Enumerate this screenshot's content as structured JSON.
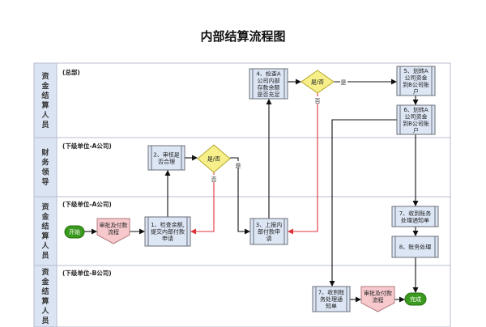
{
  "title": "内部结算流程图",
  "lanes": [
    {
      "header": [
        "资",
        "金",
        "结",
        "算",
        "人",
        "员"
      ],
      "org": "(总部)"
    },
    {
      "header": [
        "财",
        "务",
        "领",
        "导"
      ],
      "org": "(下级单位-A公司)"
    },
    {
      "header": [
        "资",
        "金",
        "结",
        "算",
        "人",
        "员"
      ],
      "org": "(下级单位-A公司)"
    },
    {
      "header": [
        "资",
        "金",
        "结",
        "算",
        "人",
        "员"
      ],
      "org": "(下级单位-B公司)"
    }
  ],
  "nodes": {
    "start": "开始",
    "approve_a": [
      "审批及付款",
      "流程"
    ],
    "step1": [
      "1、检查余额,",
      "提交内部付款",
      "申请"
    ],
    "step2": [
      "2、审核是",
      "否合理"
    ],
    "decision_mid": "是/否",
    "step3": [
      "3、上报内",
      "部付款申",
      "请"
    ],
    "step4": [
      "4、检查A",
      "公司内部",
      "存款余额",
      "是否充足"
    ],
    "decision_top": "是/否",
    "step5": [
      "5、划转A",
      "公司资金",
      "到B公司账",
      "户"
    ],
    "step6": [
      "6、划转A",
      "公司资金",
      "到B公司账",
      "户"
    ],
    "step7a": [
      "7、收到账务",
      "处理通知单"
    ],
    "step8": [
      "8、账务处理"
    ],
    "step7b": [
      "7、收到账",
      "务处理通",
      "知单"
    ],
    "approve_b": [
      "审批及付款",
      "流程"
    ],
    "end": "完成"
  },
  "edge_labels": {
    "yes": "是",
    "no": "否"
  },
  "colors": {
    "lane_header": "#dbe4f3",
    "process": "#dce6f4",
    "decision": "#f6ef8a",
    "approval": "#f7c9cc",
    "start_end": "#3a9a1e",
    "reject_line": "#e0313a"
  }
}
